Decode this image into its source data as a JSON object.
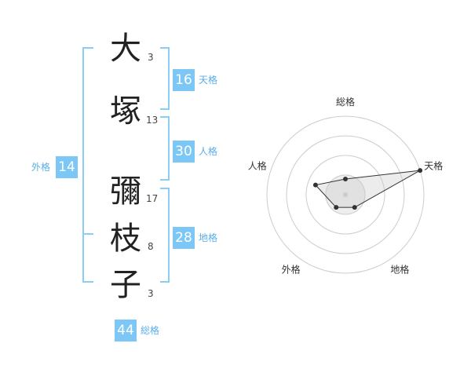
{
  "name": {
    "characters": [
      {
        "char": "大",
        "strokes": "3"
      },
      {
        "char": "塚",
        "strokes": "13"
      },
      {
        "char": "彌",
        "strokes": "17"
      },
      {
        "char": "枝",
        "strokes": "8"
      },
      {
        "char": "子",
        "strokes": "3"
      }
    ]
  },
  "kakusu": {
    "tenkaku": {
      "value": "16",
      "label": "天格"
    },
    "jinkaku": {
      "value": "30",
      "label": "人格"
    },
    "chikaku": {
      "value": "28",
      "label": "地格"
    },
    "gaikaku": {
      "value": "14",
      "label": "外格"
    },
    "soukaku": {
      "value": "44",
      "label": "総格"
    }
  },
  "colors": {
    "accent": "#7cc7f5",
    "bracket": "#8ccdf5",
    "label": "#5aaee8"
  },
  "chart_data": {
    "type": "radar",
    "axes": [
      "総格",
      "天格",
      "地格",
      "外格",
      "人格"
    ],
    "values": [
      1,
      5,
      1,
      1,
      2
    ],
    "scale_max": 5,
    "rings": 4
  }
}
